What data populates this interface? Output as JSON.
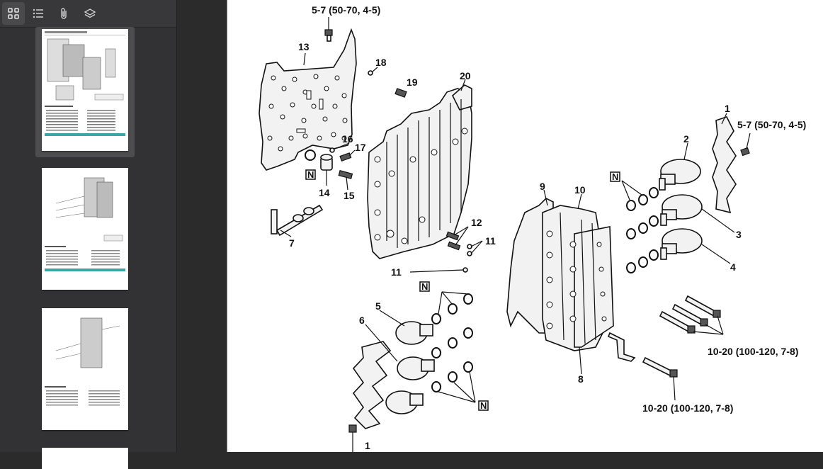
{
  "toolbar": {
    "buttons": [
      {
        "name": "thumbnails-view",
        "icon": "grid-icon",
        "active": true
      },
      {
        "name": "outline-view",
        "icon": "list-icon",
        "active": false
      },
      {
        "name": "attachments-view",
        "icon": "paperclip-icon",
        "active": false
      },
      {
        "name": "layers-view",
        "icon": "layers-icon",
        "active": false
      }
    ]
  },
  "thumbnails": [
    {
      "page": 1,
      "selected": true
    },
    {
      "page": 2,
      "selected": false
    },
    {
      "page": 3,
      "selected": false
    },
    {
      "page": 4,
      "selected": false
    }
  ],
  "diagram": {
    "torque_top": "5-7 (50-70, 4-5)",
    "torque_right": "5-7 (50-70, 4-5)",
    "torque_bolts_right": "10-20 (100-120, 7-8)",
    "torque_bolt_bottom": "10-20 (100-120, 7-8)",
    "n_mark": "N",
    "callouts": [
      "1",
      "2",
      "3",
      "4",
      "5",
      "6",
      "7",
      "8",
      "9",
      "10",
      "11",
      "11",
      "12",
      "13",
      "14",
      "15",
      "16",
      "17",
      "18",
      "19",
      "20",
      "1"
    ]
  }
}
